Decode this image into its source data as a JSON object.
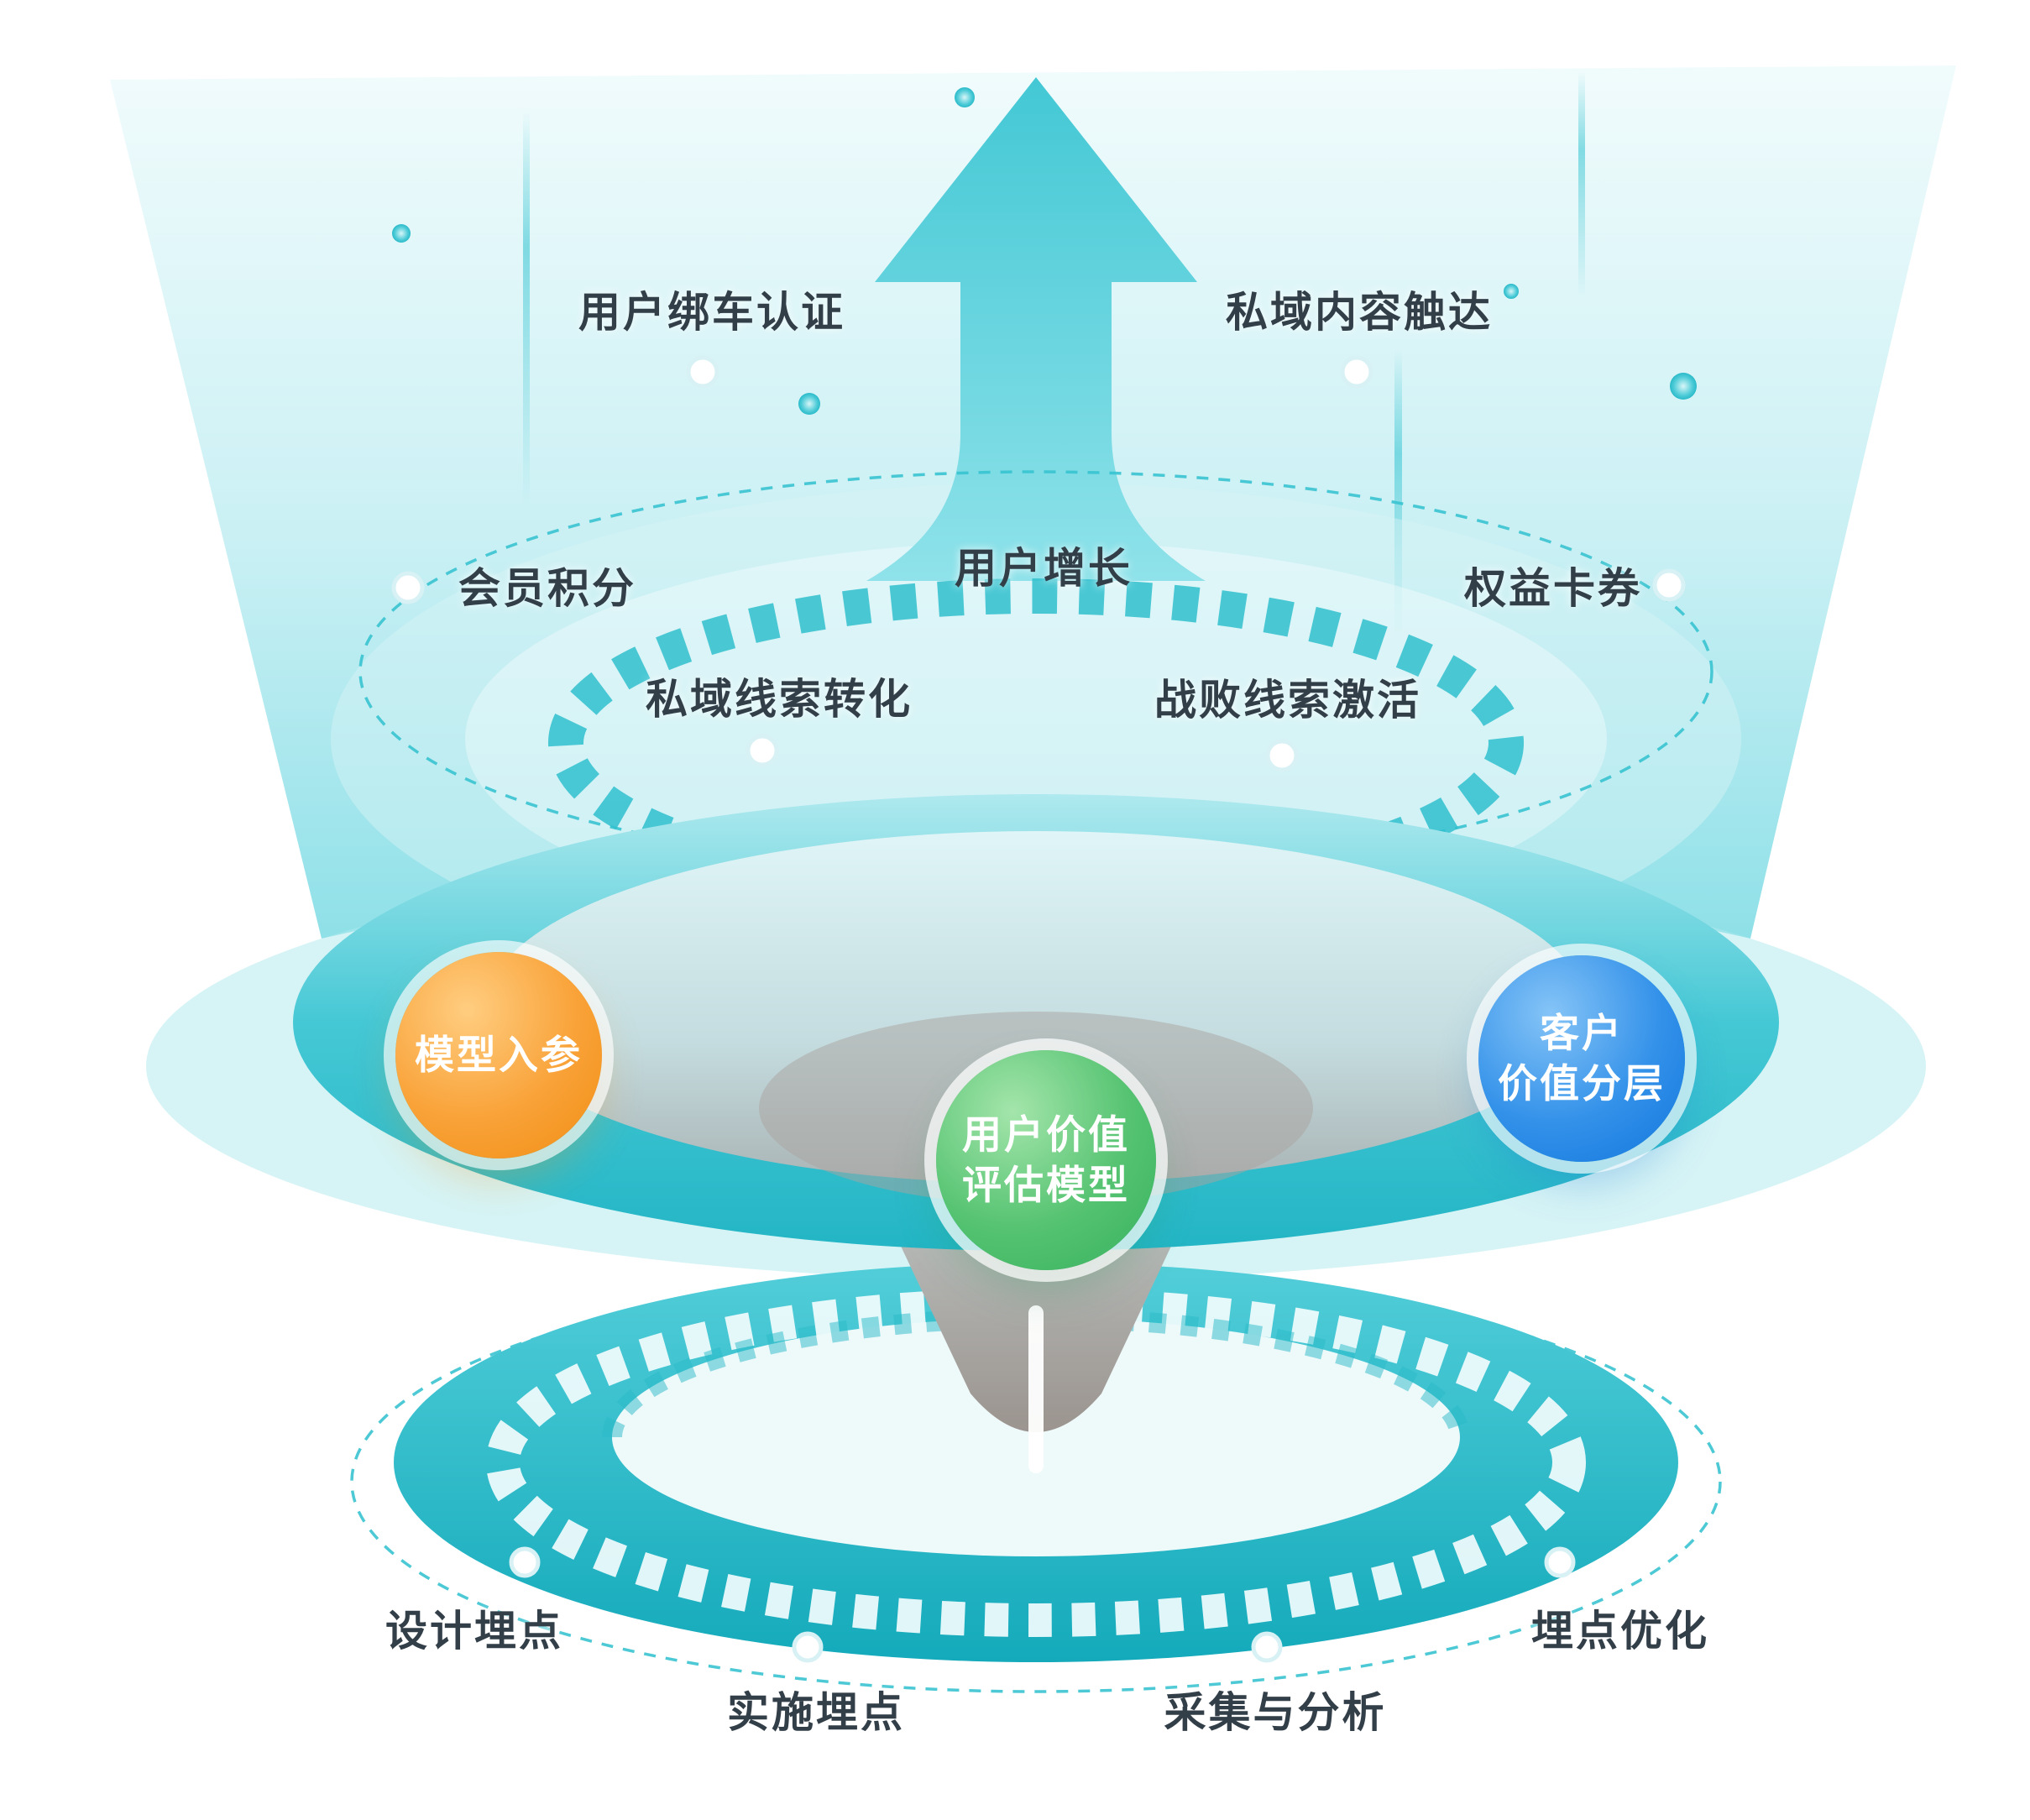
{
  "colors": {
    "teal": "#2fc0ce",
    "orange": "#f89b2a",
    "green": "#45bb66",
    "blue": "#1d83e2",
    "text": "#323e48"
  },
  "funnel": {
    "growth_label": "用户增长",
    "upper_stages": {
      "binding": "用户绑车认证",
      "private_reach": "私域内容触达",
      "member_points": "会员积分",
      "benefit_cards": "权益卡券",
      "private_lead_conversion": "私域线索转化",
      "lost_lead_activation": "战败线索激活"
    }
  },
  "model": {
    "input": {
      "label": "模型入参"
    },
    "core": {
      "line1": "用户价值",
      "line2": "评估模型"
    },
    "output": {
      "line1": "客户",
      "line2": "价值分层"
    }
  },
  "tracking": {
    "design": "设计埋点",
    "implement": "实施埋点",
    "collect": "采集与分析",
    "optimize": "埋点优化"
  }
}
